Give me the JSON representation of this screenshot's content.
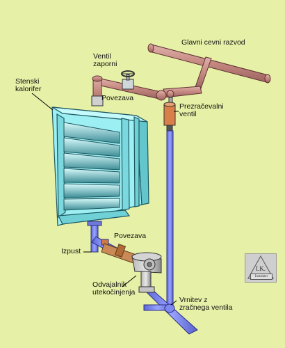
{
  "labels": {
    "main_pipe": "Glavni cevni razvod",
    "shutoff_valve": [
      "Ventil",
      "zaporni"
    ],
    "wall_heater": [
      "Stenski",
      "kalorifer"
    ],
    "connection_top": "Povezava",
    "air_vent_valve": [
      "Prezračevalni",
      "ventil"
    ],
    "connection_bottom": "Povezava",
    "drain": "Izpust",
    "condensate_trap": [
      "Odvajalnik",
      "utekočinjenja"
    ],
    "return": [
      "Vrnitev z",
      "zračnega ventila"
    ]
  },
  "logo": {
    "initials": "I.K.",
    "caption": "Instalater"
  },
  "colors": {
    "background": "#e6f0a6",
    "pipe": "#c98a84",
    "heater": "#8fe6ea",
    "return_pipe": "#6e7ae6",
    "condensate_trap": "#9a9a9a"
  }
}
